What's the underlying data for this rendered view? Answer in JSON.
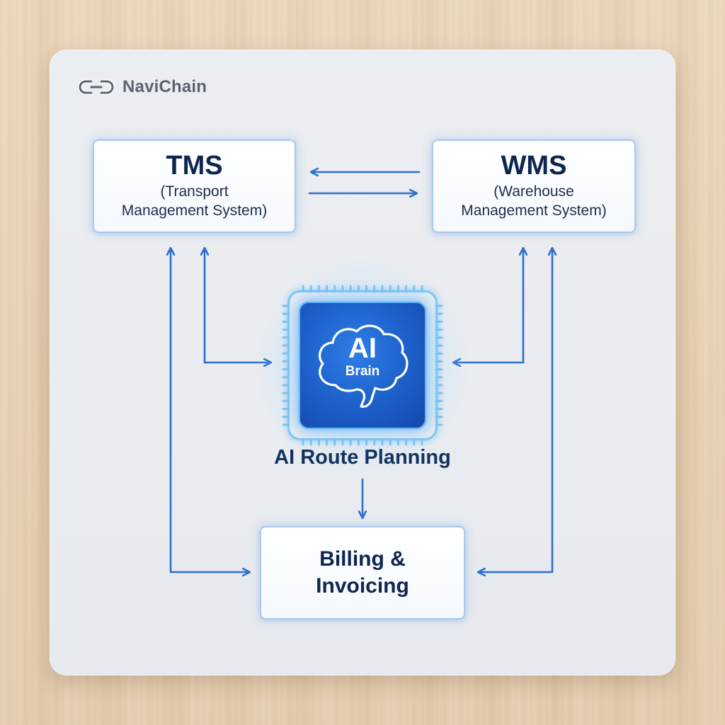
{
  "brand": {
    "name": "NaviChain",
    "logo_icon": "chain-link-icon"
  },
  "nodes": {
    "tms": {
      "title": "TMS",
      "subtitle_line1": "(Transport",
      "subtitle_line2": "Management System)"
    },
    "wms": {
      "title": "WMS",
      "subtitle_line1": "(Warehouse",
      "subtitle_line2": "Management System)"
    },
    "ai": {
      "title": "AI",
      "subtitle": "Brain",
      "caption": "AI Route Planning",
      "icon": "brain-chip-icon"
    },
    "billing": {
      "line1": "Billing &",
      "line2": "Invoicing"
    }
  },
  "colors": {
    "accent": "#2f6fd0",
    "node_border": "#a9c9ef",
    "title_text": "#0e2550",
    "chip_blue": "#1c5ec8"
  }
}
